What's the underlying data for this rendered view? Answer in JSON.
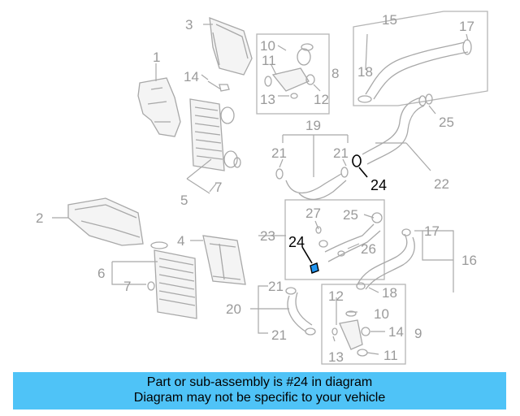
{
  "callouts": [
    "1",
    "2",
    "3",
    "4",
    "5",
    "6",
    "7",
    "7",
    "8",
    "9",
    "10",
    "10",
    "11",
    "11",
    "12",
    "12",
    "13",
    "13",
    "14",
    "14",
    "15",
    "16",
    "17",
    "17",
    "18",
    "18",
    "19",
    "20",
    "21",
    "21",
    "21",
    "21",
    "22",
    "23",
    "24",
    "24",
    "25",
    "25",
    "26",
    "27"
  ],
  "colors": {
    "banner": "#4fc3f7",
    "highlight_part": "#2196f3",
    "callout_text": "#9a9a9a",
    "linework": "#a8a8a8"
  },
  "banner": {
    "line1": "Part or sub-assembly is #24 in diagram",
    "line2": "Diagram may not be specific to your vehicle"
  }
}
